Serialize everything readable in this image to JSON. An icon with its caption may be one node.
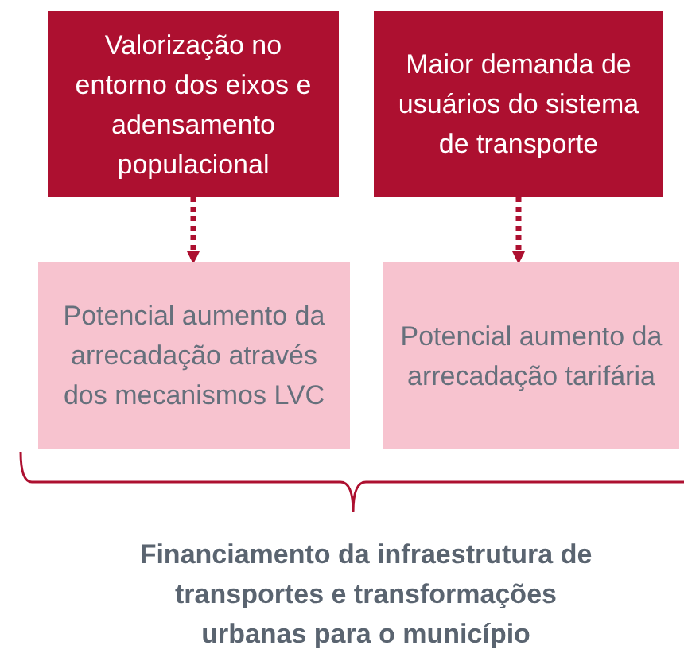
{
  "diagram": {
    "nodes": [
      {
        "text": [
          "Valorização no entorno dos eixos e adensamento populacional"
        ]
      },
      {
        "text": [
          "Maior demanda de usuários do sistema de transporte"
        ]
      },
      {
        "text": [
          "Potencial aumento da arrecadação através dos mecanismos LVC"
        ]
      },
      {
        "text": [
          "Potencial aumento da arrecadação tarifária"
        ]
      }
    ],
    "edges": [
      {
        "from": 0,
        "to": 2,
        "arrow": "to",
        "style": "dashed"
      },
      {
        "from": 1,
        "to": 3,
        "arrow": "to",
        "style": "dashed"
      }
    ],
    "labels": [
      "Financiamento da infraestrutura de transportes e transformações urbanas para o município"
    ]
  }
}
